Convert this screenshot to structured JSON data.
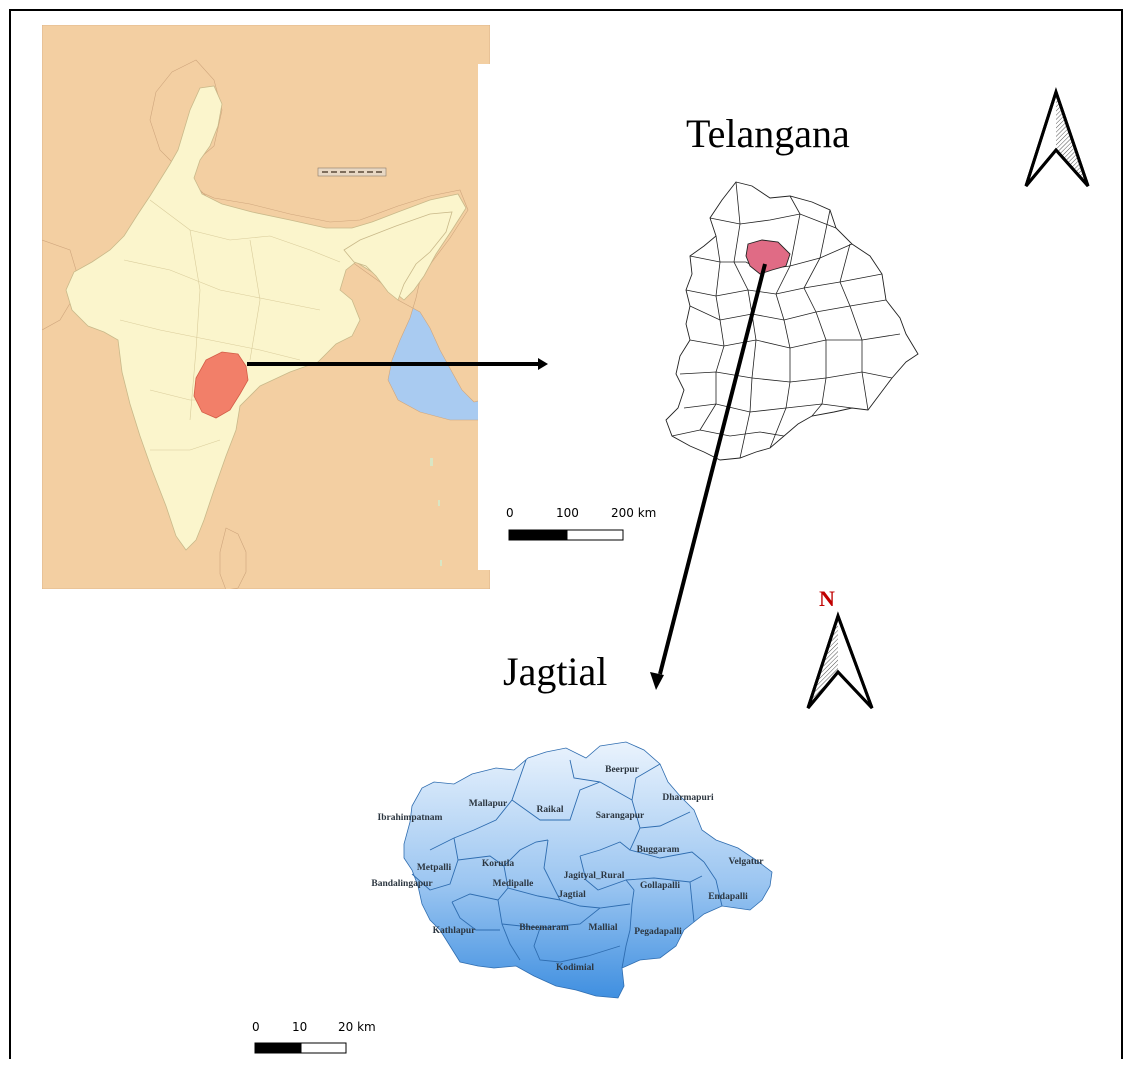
{
  "titles": {
    "telangana": "Telangana",
    "jagtial": "Jagtial"
  },
  "india_scale": {
    "t0": "0",
    "t1": "100",
    "t2": "200 km"
  },
  "jagtial_scale": {
    "t0": "0",
    "t1": "10",
    "t2": "20 km"
  },
  "north_label": "N",
  "mandals": [
    "Beerpur",
    "Dharmapuri",
    "Mallapur",
    "Raikal",
    "Ibrahimpatnam",
    "Sarangapur",
    "Buggaram",
    "Velgatur",
    "Korutla",
    "Metpalli",
    "Jagityal_Rural",
    "Bandalingapur",
    "Medipalle",
    "Jagtial",
    "Gollapalli",
    "Endapalli",
    "Kathlapur",
    "Bheemaram",
    "Mallial",
    "Pegadapalli",
    "Kodimial"
  ],
  "colors": {
    "land": "#fbf5cc",
    "neighbor": "#f3cfa2",
    "sea": "#a9cbf1",
    "telangana_highlight": "#f27f69",
    "jagtial_highlight": "#e06b85",
    "mandal_fill_top": "#e8f2fd",
    "mandal_fill_bottom": "#3f8fe0"
  }
}
